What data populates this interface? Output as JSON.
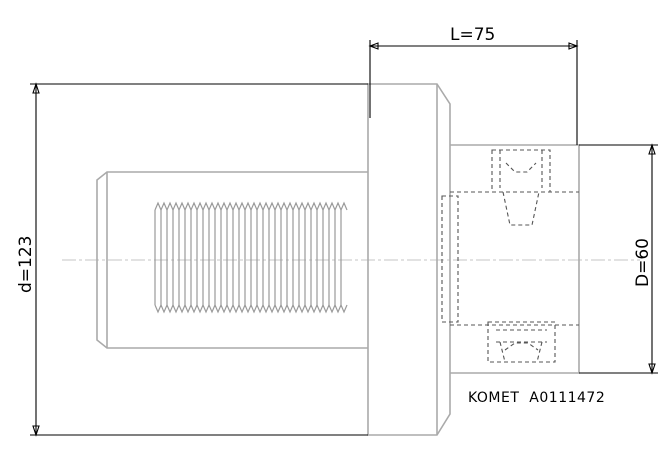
{
  "dimensions": {
    "length_label": "L=75",
    "large_diameter_label": "d=123",
    "small_diameter_label": "D=60"
  },
  "part_id": "KOMET  A0111472",
  "colors": {
    "part_outline": "#aaaaaa",
    "hidden_lines": "#555555",
    "dimension_lines": "#000000"
  }
}
